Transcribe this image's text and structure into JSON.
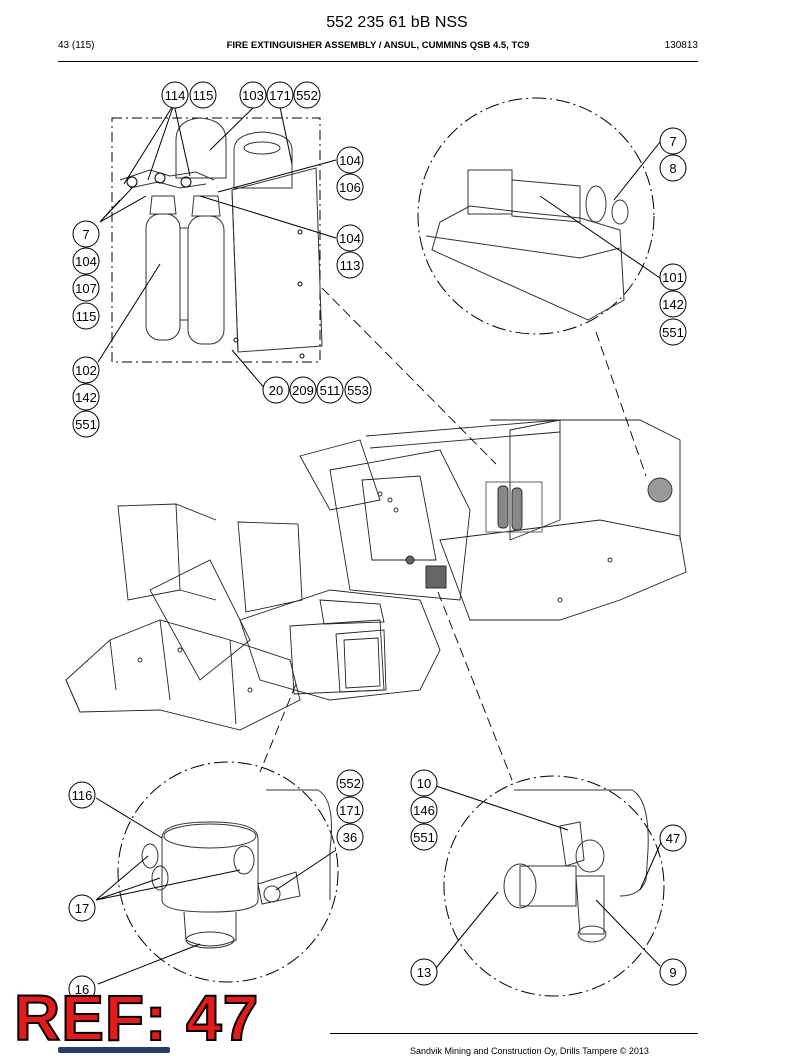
{
  "header": {
    "document_number": "552 235 61 bB NSS",
    "page_info": "43 (115)",
    "title": "FIRE EXTINGUISHER ASSEMBLY / ANSUL, CUMMINS QSB 4.5, TC9",
    "date_code": "130813"
  },
  "callouts": {
    "c114": "114",
    "c115a": "115",
    "c103": "103",
    "c171a": "171",
    "c552a": "552",
    "c104a": "104",
    "c106": "106",
    "c104b": "104",
    "c113": "113",
    "c7a": "7",
    "c104c": "104",
    "c107": "107",
    "c115b": "115",
    "c102": "102",
    "c142a": "142",
    "c551a": "551",
    "c20": "20",
    "c209": "209",
    "c511": "511",
    "c553": "553",
    "c7b": "7",
    "c8": "8",
    "c101": "101",
    "c142b": "142",
    "c551b": "551",
    "c116": "116",
    "c552b": "552",
    "c171b": "171",
    "c36": "36",
    "c17": "17",
    "c16": "16",
    "c10": "10",
    "c146": "146",
    "c551c": "551",
    "c47": "47",
    "c13": "13",
    "c9": "9"
  },
  "stamp": {
    "text": "REF: 47"
  },
  "footer": {
    "text": "Sandvik Mining and Construction Oy, Drills Tampere © 2013"
  }
}
